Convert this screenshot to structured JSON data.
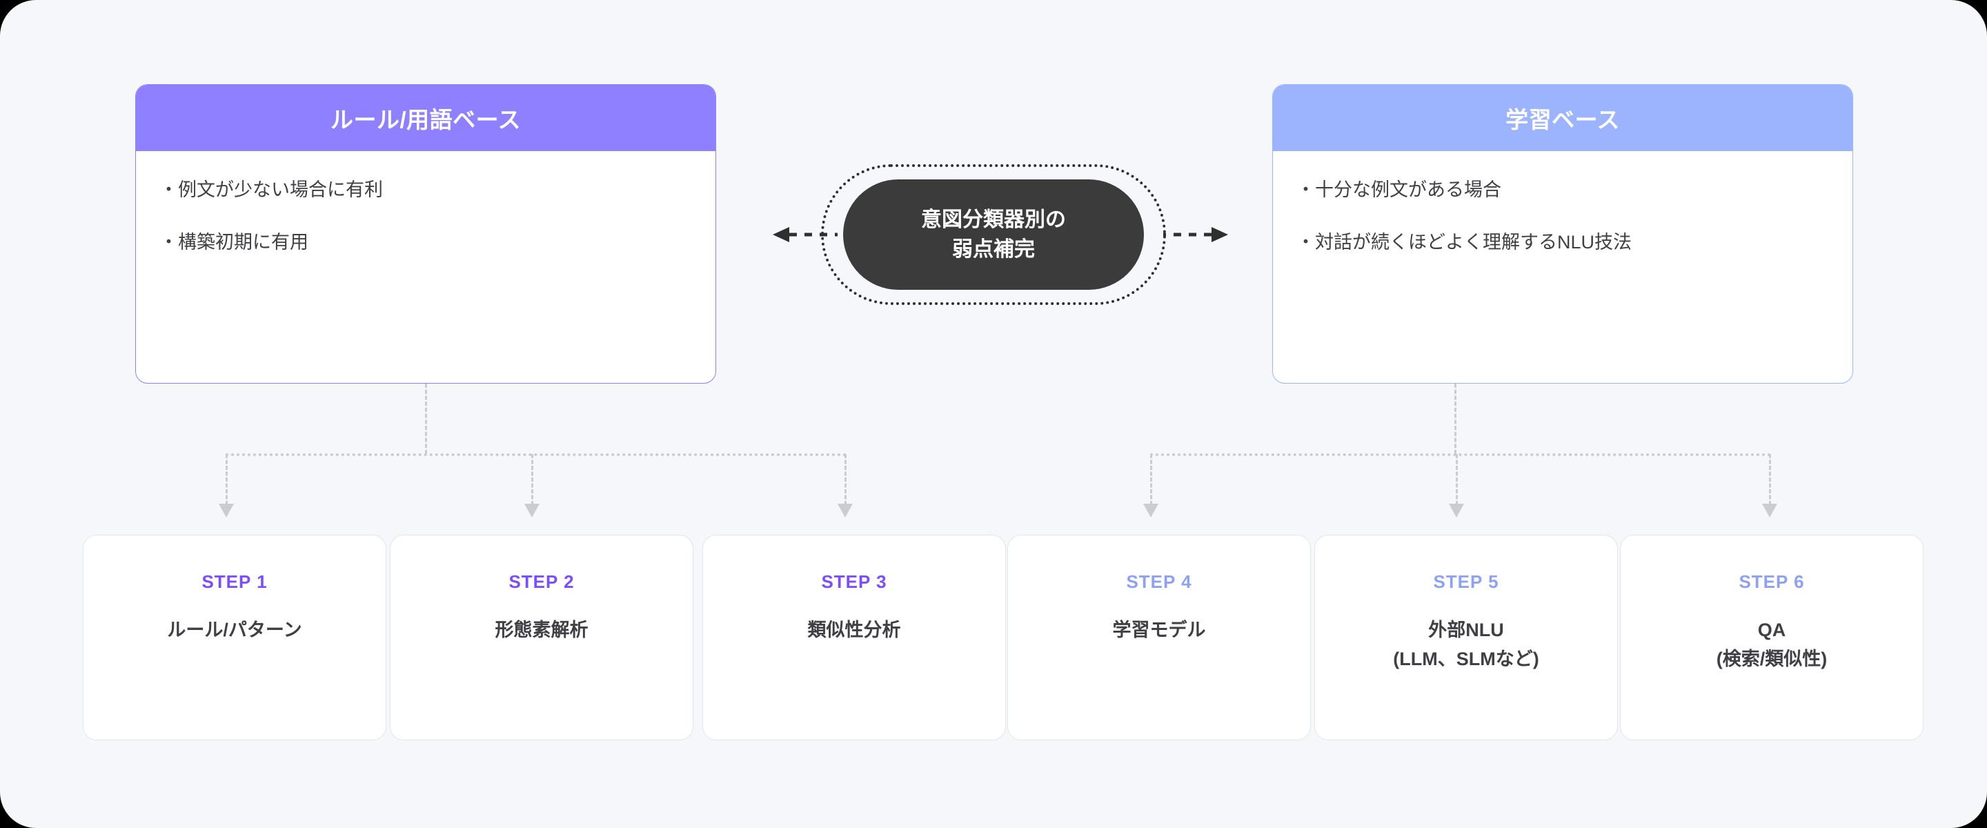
{
  "diagram": {
    "background_color": "#f5f7fa",
    "top_cards": [
      {
        "title": "ルール/用語ベース",
        "accent_color": "#8f80ff",
        "bullets": [
          "・例文が少ない場合に有利",
          "・構築初期に有用"
        ]
      },
      {
        "title": "学習ベース",
        "accent_color": "#9cb4fd",
        "bullets": [
          "・十分な例文がある場合",
          "・対話が続くほどよく理解するNLU技法"
        ]
      }
    ],
    "center": {
      "line1": "意図分類器別の",
      "line2": "弱点補完",
      "fill_color": "#3b3b3b",
      "border_style": "dotted",
      "arrow_left": "◀",
      "arrow_right": "▶"
    },
    "steps": [
      {
        "label": "STEP 1",
        "title_line1": "ルール/パターン",
        "title_line2": "",
        "label_color": "#7c4dff"
      },
      {
        "label": "STEP 2",
        "title_line1": "形態素解析",
        "title_line2": "",
        "label_color": "#7c4dff"
      },
      {
        "label": "STEP 3",
        "title_line1": "類似性分析",
        "title_line2": "",
        "label_color": "#7c4dff"
      },
      {
        "label": "STEP 4",
        "title_line1": "学習モデル",
        "title_line2": "",
        "label_color": "#8ea2f5"
      },
      {
        "label": "STEP 5",
        "title_line1": "外部NLU",
        "title_line2": "(LLM、SLMなど)",
        "label_color": "#8ea2f5"
      },
      {
        "label": "STEP 6",
        "title_line1": "QA",
        "title_line2": "(検索/類似性)",
        "label_color": "#8ea2f5"
      }
    ],
    "connector_color": "#c9ccd2"
  }
}
